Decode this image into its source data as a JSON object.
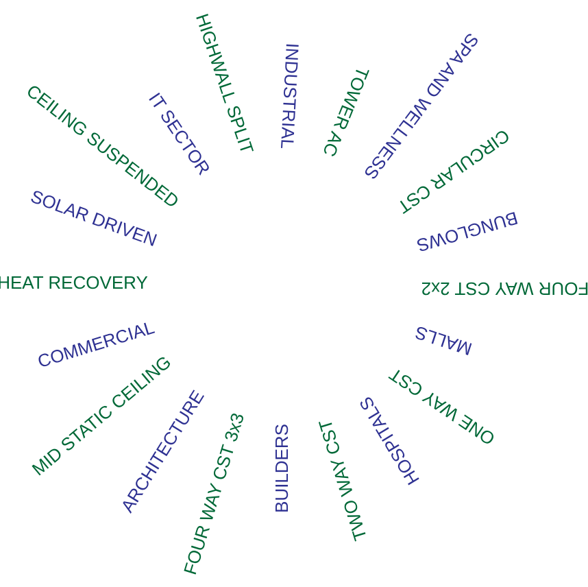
{
  "colors": {
    "green": "#006837",
    "blue": "#2e3192"
  },
  "words": [
    {
      "text": "HEAT RECOVERY",
      "color": "green"
    },
    {
      "text": "COMMERCIAL",
      "color": "blue"
    },
    {
      "text": "MID STATIC CEILING",
      "color": "green"
    },
    {
      "text": "ARCHITECTURE",
      "color": "blue"
    },
    {
      "text": "FOUR WAY CST 3x3",
      "color": "green"
    },
    {
      "text": "BUILDERS",
      "color": "blue"
    },
    {
      "text": "TWO WAY CST",
      "color": "green"
    },
    {
      "text": "HOSPITALS",
      "color": "blue"
    },
    {
      "text": "ONE WAY CST",
      "color": "green"
    },
    {
      "text": "MALLS",
      "color": "blue"
    },
    {
      "text": "FOUR WAY CST 2x2",
      "color": "green"
    },
    {
      "text": "BUNGLOWS",
      "color": "blue"
    },
    {
      "text": "CIRCULAR CST",
      "color": "green"
    },
    {
      "text": "SPA AND WELLNESS",
      "color": "blue"
    },
    {
      "text": "TOWER AC",
      "color": "green"
    },
    {
      "text": "INDUSTRIAL",
      "color": "blue"
    },
    {
      "text": "HIGHWALL SPLIT",
      "color": "green"
    },
    {
      "text": "IT SECTOR",
      "color": "blue"
    },
    {
      "text": "CEILING SUSPENDED",
      "color": "green"
    },
    {
      "text": "SOLAR DRIVEN",
      "color": "blue"
    }
  ]
}
